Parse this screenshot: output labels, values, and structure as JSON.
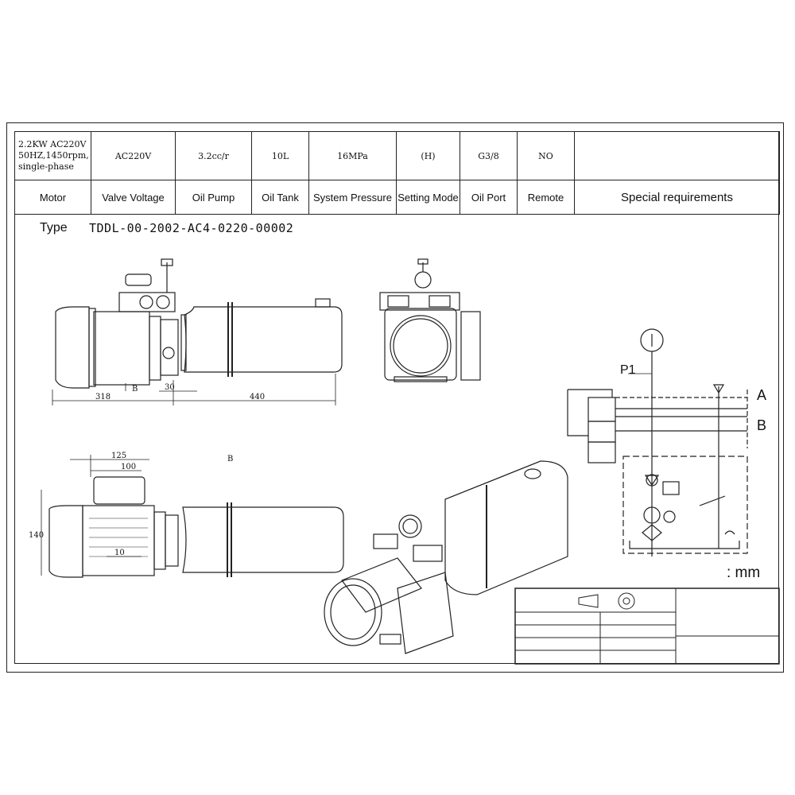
{
  "spec_table": {
    "values": {
      "motor": [
        "2.2KW AC220V",
        "50HZ,1450rpm,",
        "single-phase"
      ],
      "valve_voltage": "AC220V",
      "oil_pump": "3.2cc/r",
      "oil_tank": "10L",
      "system_pressure": "16MPa",
      "setting_mode": "(H)",
      "oil_port": "G3/8",
      "remote": "NO",
      "special": ""
    },
    "headers": {
      "motor": "Motor",
      "valve_voltage": "Valve Voltage",
      "oil_pump": "Oil Pump",
      "oil_tank": "Oil Tank",
      "system_pressure": "System Pressure",
      "setting_mode": "Setting Mode",
      "oil_port": "Oil Port",
      "remote": "Remote",
      "special": "Special requirements"
    }
  },
  "type": {
    "label": "Type",
    "code": "TDDL-00-2002-AC4-0220-00002"
  },
  "dimensions": {
    "side_motor": "318",
    "side_block": "30",
    "side_tank": "440",
    "side_view_marker": "B",
    "top_125": "125",
    "top_100": "100",
    "top_140": "140",
    "top_10": "10",
    "top_view_label": "B"
  },
  "schematic": {
    "p1": "P1",
    "port_a": "A",
    "port_b": "B"
  },
  "unit": ": mm"
}
